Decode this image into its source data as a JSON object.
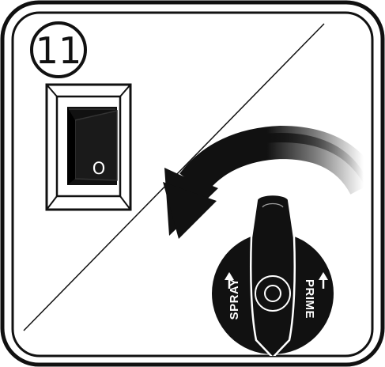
{
  "step_number": "11",
  "switch": {
    "label": "O"
  },
  "knob": {
    "left_label": "SPRAY",
    "right_label": "PRIME"
  },
  "colors": {
    "ink": "#111111",
    "paper": "#ffffff"
  },
  "icons": {
    "power_switch": "rocker-switch-icon",
    "rotation": "counterclockwise-arrow-icon",
    "knob": "prime-spray-valve-icon"
  }
}
